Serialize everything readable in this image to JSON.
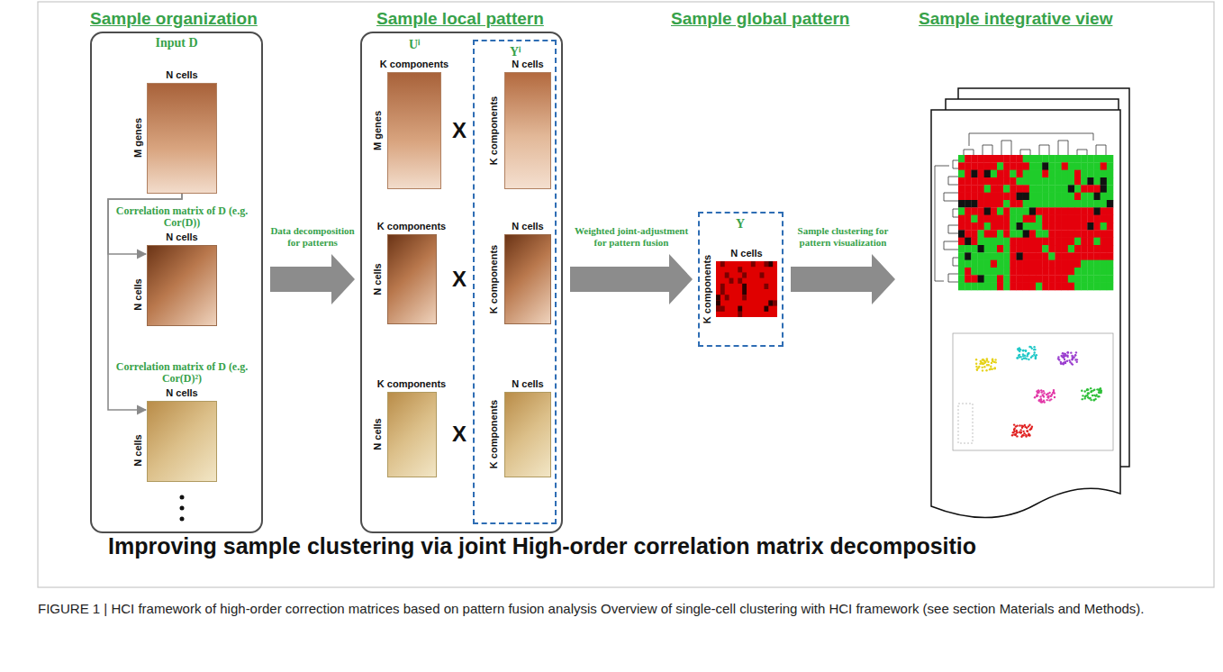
{
  "diagram": {
    "title": "Improving sample clustering via joint High-order correlation matrix decompositio",
    "caption": "FIGURE 1 | HCI framework of high-order correction matrices based on pattern fusion analysis Overview of single-cell clustering with HCI framework (see section Materials and Methods).",
    "nodes": [
      {
        "text": [
          "Sample organization",
          "Input D"
        ]
      },
      {
        "text": [
          "N cells",
          "M genes"
        ],
        "in": 0
      },
      {
        "text": [
          "Correlation matrix of D (e.g. Cor(D))",
          "N cells",
          "N cells"
        ],
        "in": 0
      },
      {
        "text": [
          "Correlation matrix of D (e.g. Cor(D)²)",
          "N cells",
          "N cells"
        ],
        "in": 0
      },
      {
        "text": [
          "Sample local pattern",
          "Uⁱ"
        ]
      },
      {
        "text": [
          "K components",
          "M genes"
        ],
        "in": 4
      },
      {
        "text": [
          "Yⁱ"
        ],
        "in": 4
      },
      {
        "text": [
          "N cells",
          "K components"
        ],
        "in": 6
      },
      {
        "text": [
          "K components",
          "N cells"
        ],
        "in": 4
      },
      {
        "text": [
          "N cells",
          "K components"
        ],
        "in": 6
      },
      {
        "text": [
          "K components",
          "N cells"
        ],
        "in": 4
      },
      {
        "text": [
          "N cells",
          "K components"
        ],
        "in": 6
      },
      {
        "text": [
          "Sample global pattern",
          "Y"
        ]
      },
      {
        "text": [
          "N cells",
          "K components"
        ],
        "in": 12
      },
      {
        "text": [
          "Sample integrative view"
        ]
      }
    ],
    "edges": [
      {
        "from": 1,
        "to": 2,
        "arrow": "to"
      },
      {
        "from": 1,
        "to": 3,
        "arrow": "to"
      },
      {
        "from": 0,
        "to": 4,
        "label": "Data decomposition for patterns",
        "arrow": "to"
      },
      {
        "from": 4,
        "to": 12,
        "label": "Weighted joint-adjustment for pattern fusion",
        "arrow": "to"
      },
      {
        "from": 12,
        "to": 14,
        "label": "Sample clustering for pattern visualization",
        "arrow": "to"
      }
    ],
    "labels": [
      "X",
      "X",
      "X"
    ]
  }
}
